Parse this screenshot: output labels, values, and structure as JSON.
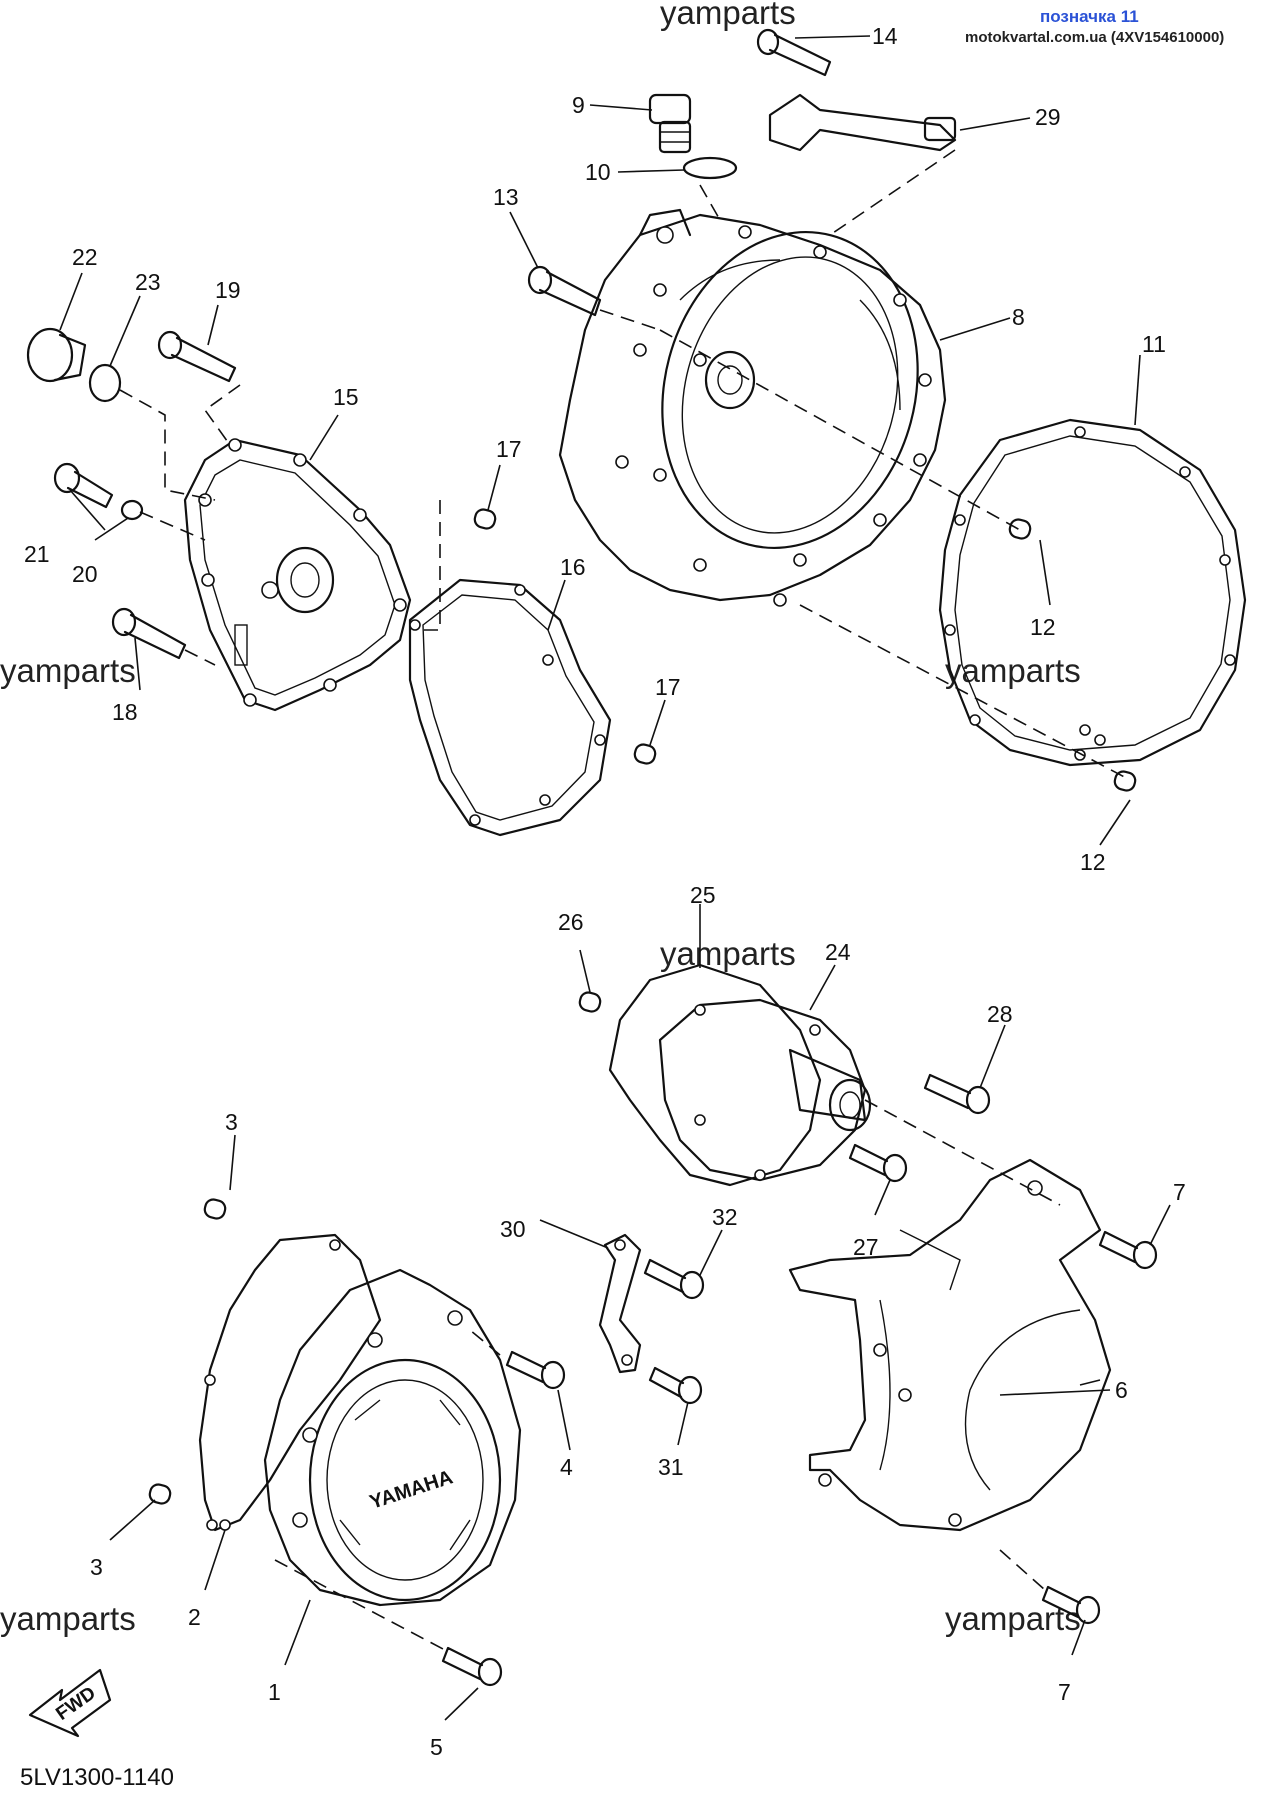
{
  "header": {
    "title": "позначка 11",
    "source": "motokvartal.com.ua (4XV154610000)"
  },
  "watermark": "yamparts",
  "diagram_code": "5LV1300-1140",
  "brand_text": "YAMAHA",
  "direction_label": "FWD",
  "icons": {
    "direction": "fwd-arrow-icon"
  },
  "callouts": {
    "c1": "1",
    "c2": "2",
    "c3a": "3",
    "c3b": "3",
    "c4": "4",
    "c5": "5",
    "c6": "6",
    "c7a": "7",
    "c7b": "7",
    "c8": "8",
    "c9": "9",
    "c10": "10",
    "c11": "11",
    "c12a": "12",
    "c12b": "12",
    "c13": "13",
    "c14": "14",
    "c15": "15",
    "c16": "16",
    "c17a": "17",
    "c17b": "17",
    "c18": "18",
    "c19": "19",
    "c20": "20",
    "c21": "21",
    "c22": "22",
    "c23": "23",
    "c24": "24",
    "c25": "25",
    "c26": "26",
    "c27": "27",
    "c28": "28",
    "c29": "29",
    "c30": "30",
    "c31": "31",
    "c32": "32"
  }
}
